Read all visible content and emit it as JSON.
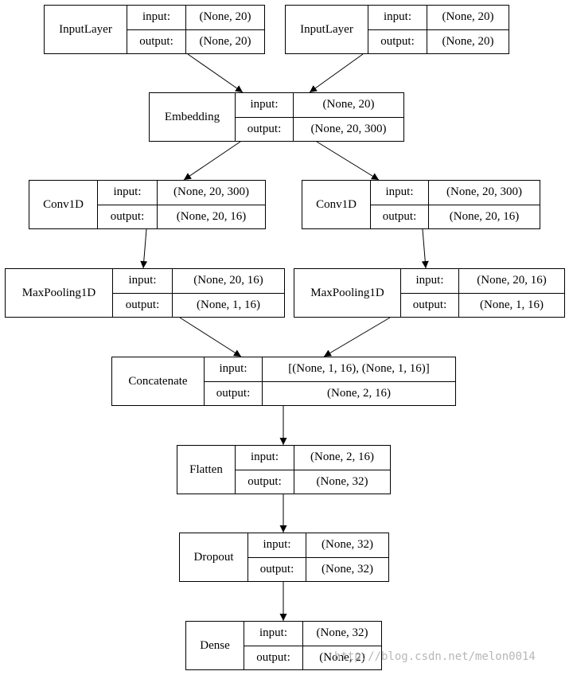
{
  "labels": {
    "input": "input:",
    "output": "output:"
  },
  "nodes": {
    "input1": {
      "name": "InputLayer",
      "input": "(None, 20)",
      "output": "(None, 20)"
    },
    "input2": {
      "name": "InputLayer",
      "input": "(None, 20)",
      "output": "(None, 20)"
    },
    "embed": {
      "name": "Embedding",
      "input": "(None, 20)",
      "output": "(None, 20, 300)"
    },
    "conv1": {
      "name": "Conv1D",
      "input": "(None, 20, 300)",
      "output": "(None, 20, 16)"
    },
    "conv2": {
      "name": "Conv1D",
      "input": "(None, 20, 300)",
      "output": "(None, 20, 16)"
    },
    "pool1": {
      "name": "MaxPooling1D",
      "input": "(None, 20, 16)",
      "output": "(None, 1, 16)"
    },
    "pool2": {
      "name": "MaxPooling1D",
      "input": "(None, 20, 16)",
      "output": "(None, 1, 16)"
    },
    "concat": {
      "name": "Concatenate",
      "input": "[(None, 1, 16), (None, 1, 16)]",
      "output": "(None, 2, 16)"
    },
    "flatten": {
      "name": "Flatten",
      "input": "(None, 2, 16)",
      "output": "(None, 32)"
    },
    "dropout": {
      "name": "Dropout",
      "input": "(None, 32)",
      "output": "(None, 32)"
    },
    "dense": {
      "name": "Dense",
      "input": "(None, 32)",
      "output": "(None, 2)"
    }
  },
  "watermark": "http://blog.csdn.net/melon0014"
}
